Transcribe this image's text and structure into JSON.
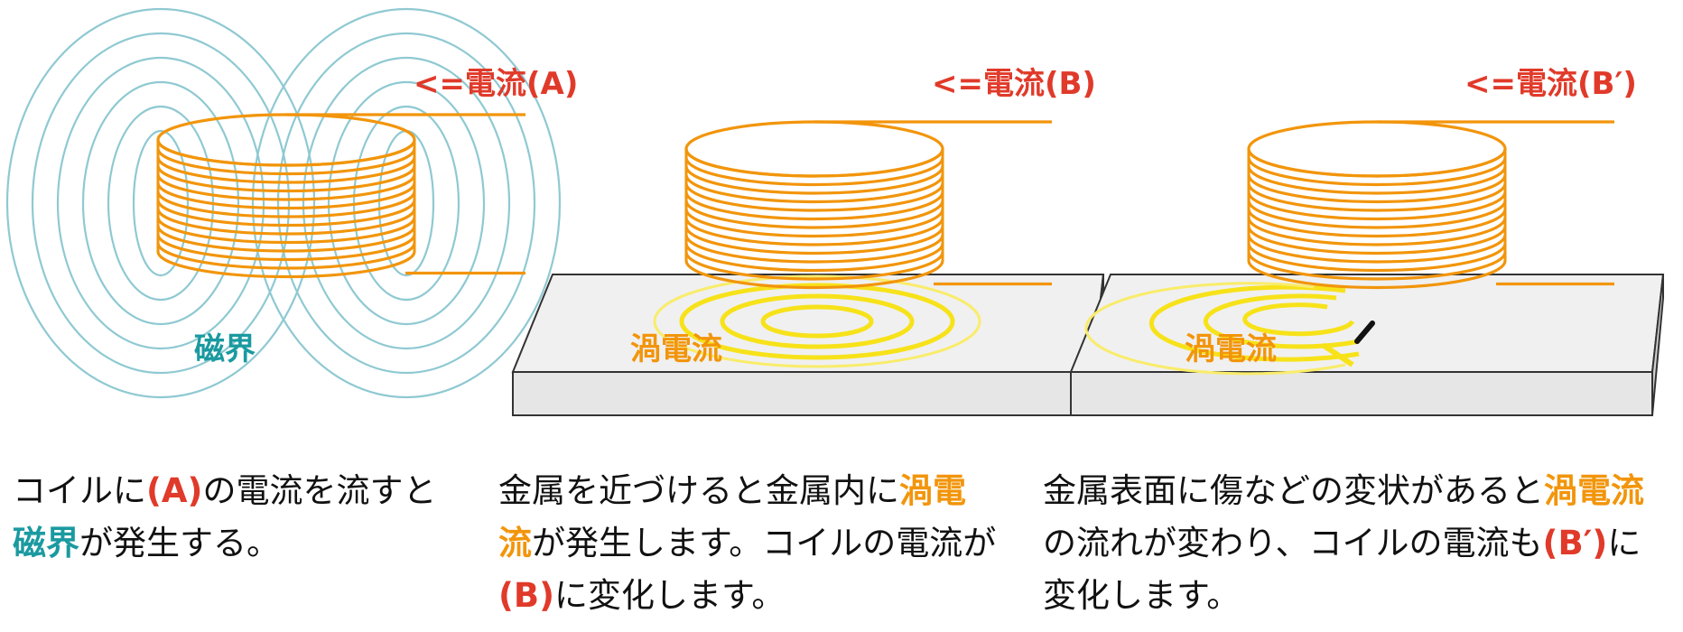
{
  "panels": [
    {
      "current_label": "<=電流(A)",
      "field_label": "磁界"
    },
    {
      "current_label": "<=電流(B)",
      "eddy_label": "渦電流"
    },
    {
      "current_label": "<=電流(B′)",
      "eddy_label": "渦電流"
    }
  ],
  "captions": [
    {
      "p1": "コイルに",
      "p2": "(A)",
      "p3": "の電流を流すと",
      "p4": "磁界",
      "p5": "が発生する。"
    },
    {
      "p1": "金属を近づけると金属内に",
      "p2": "渦電",
      "p3": "流",
      "p4": "が発生します。コイルの電流が",
      "p5": "(B)",
      "p6": "に変化します。"
    },
    {
      "p1": "金属表面に傷などの変状があると",
      "p2": "渦電流",
      "p3": "の流れが変わり、コイルの電流も",
      "p4": "(B′)",
      "p5": "に",
      "p6": "変化します。"
    }
  ],
  "colors": {
    "coil": "#f2950b",
    "field_lines": "#8fc9d2",
    "eddy": "#f7e21a",
    "current_label": "#e03a2a",
    "field_label": "#1a9aa0",
    "eddy_label": "#f2950b"
  }
}
